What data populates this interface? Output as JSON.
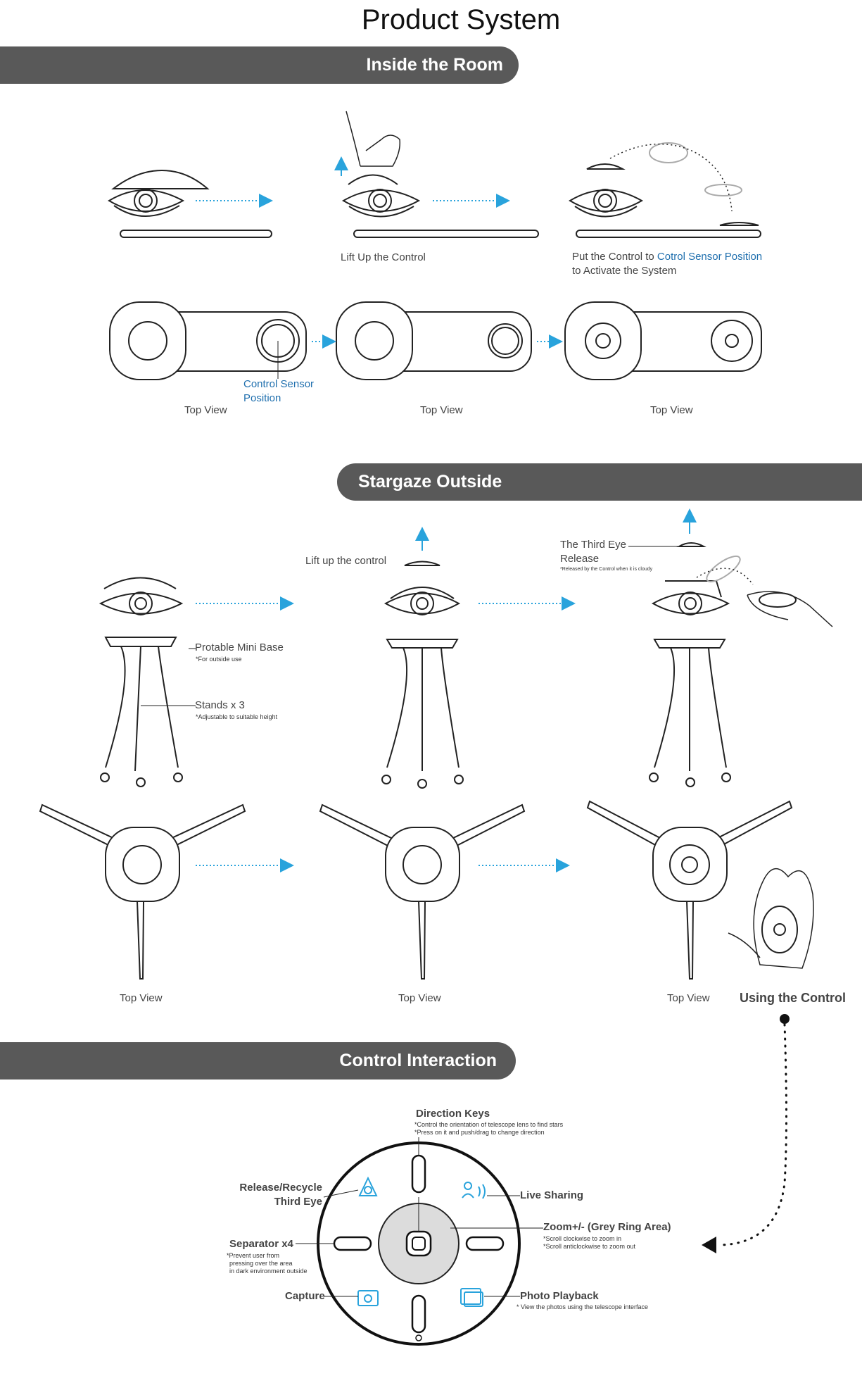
{
  "title": "Product System",
  "sections": {
    "inside": "Inside the Room",
    "outside": "Stargaze Outside",
    "control": "Control Interaction"
  },
  "inside": {
    "lift_label": "Lift Up the Control",
    "put_prefix": "Put the Control to ",
    "put_highlight": "Cotrol Sensor Position",
    "put_suffix": "to Activate the System",
    "sensor_label_1": "Control Sensor",
    "sensor_label_2": "Position",
    "top_view_1": "Top View",
    "top_view_2": "Top View",
    "top_view_3": "Top View"
  },
  "outside": {
    "lift_label": "Lift up the control",
    "third_eye_1": "The Third Eye",
    "third_eye_2": "Release",
    "third_eye_note": "*Released by the Control when it is cloudy",
    "mini_base": "Protable Mini Base",
    "mini_base_note": "*For outside use",
    "stands": "Stands x 3",
    "stands_note": "*Adjustable to suitable height",
    "top_view_1": "Top View",
    "top_view_2": "Top View",
    "top_view_3": "Top View",
    "using_control": "Using the Control"
  },
  "control": {
    "direction_keys": "Direction Keys",
    "direction_note_1": "*Control the orientation of telescope lens to find stars",
    "direction_note_2": "*Press on it and push/drag to change direction",
    "release_1": "Release/Recycle",
    "release_2": "Third Eye",
    "live_sharing": "Live Sharing",
    "separator": "Separator x4",
    "separator_note_1": "*Prevent user from",
    "separator_note_2": "pressing over the area",
    "separator_note_3": "in dark environment outside",
    "zoom": "Zoom+/- (Grey Ring Area)",
    "zoom_note_1": "*Scroll clockwise to zoom in",
    "zoom_note_2": "*Scroll anticlockwise to zoom out",
    "capture": "Capture",
    "playback": "Photo Playback",
    "playback_note": "* View the photos using the telescope interface"
  },
  "colors": {
    "banner": "#595959",
    "accent": "#29a3dc",
    "link": "#1f6fae",
    "zoom_ring": "#dcdcdc"
  }
}
